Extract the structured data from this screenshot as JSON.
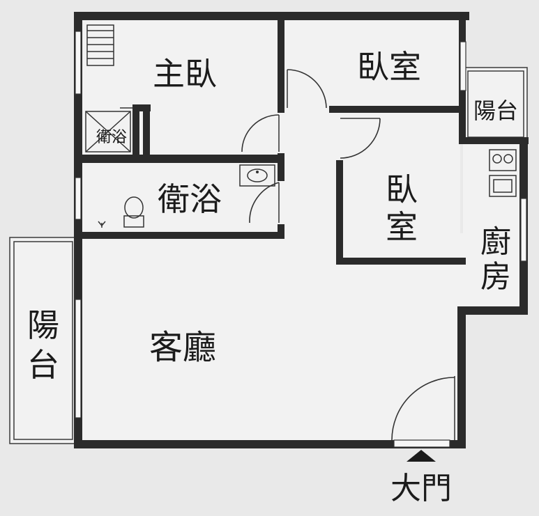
{
  "rooms": {
    "master_bedroom": "主臥",
    "bedroom_top": "臥室",
    "bedroom_mid_1": "臥",
    "bedroom_mid_2": "室",
    "balcony_right": "陽台",
    "ensuite_bath": "衛浴",
    "bathroom": "衛浴",
    "kitchen_1": "廚",
    "kitchen_2": "房",
    "living_room": "客廳",
    "balcony_left_1": "陽",
    "balcony_left_2": "台"
  },
  "entrance": {
    "label": "大門"
  },
  "colors": {
    "wall": "#2b2b2b",
    "floor": "#f2f2f2",
    "background": "#e9e9e9"
  }
}
